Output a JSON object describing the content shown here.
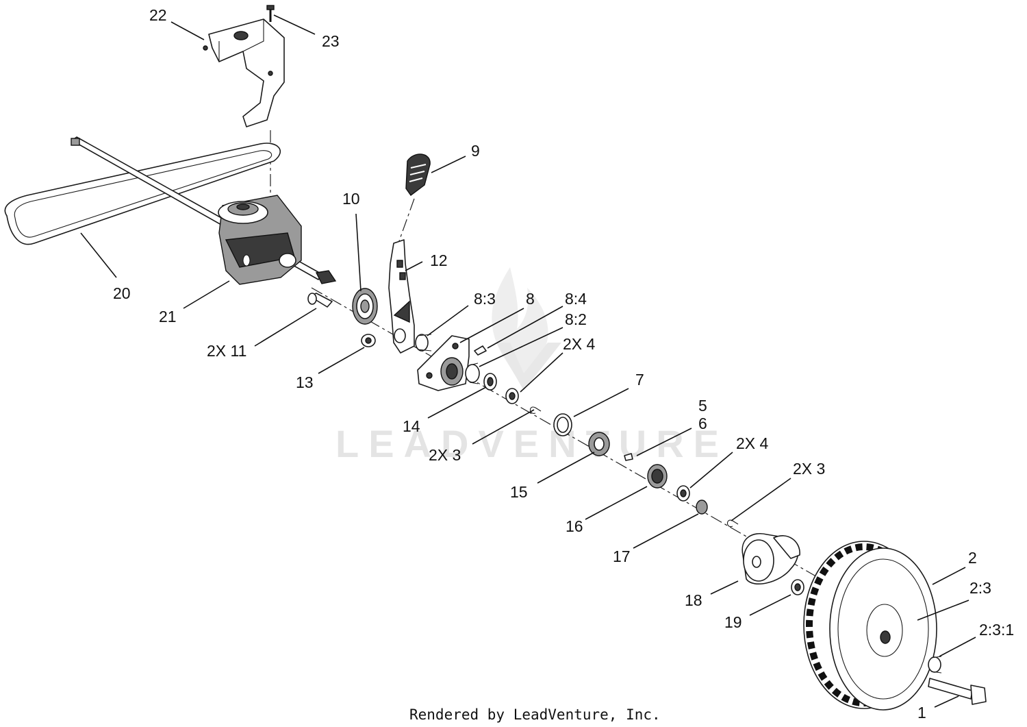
{
  "watermark": "LEADVENTURE",
  "footer": "Rendered by LeadVenture, Inc.",
  "callouts": {
    "c1": "1",
    "c2": "2",
    "c2_3": "2:3",
    "c2_3_1": "2:3:1",
    "c3a": "2X 3",
    "c3b": "2X  3",
    "c4a": "2X 4",
    "c4b": "2X 4",
    "c5": "5",
    "c6": "6",
    "c7": "7",
    "c8": "8",
    "c8_2": "8:2",
    "c8_3": "8:3",
    "c8_4": "8:4",
    "c9": "9",
    "c10": "10",
    "c11": "2X 11",
    "c12": "12",
    "c13": "13",
    "c14": "14",
    "c15": "15",
    "c16": "16",
    "c17": "17",
    "c18": "18",
    "c19": "19",
    "c20": "20",
    "c21": "21",
    "c22": "22",
    "c23": "23"
  }
}
